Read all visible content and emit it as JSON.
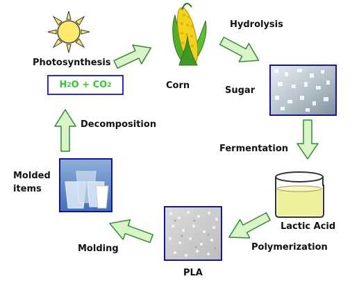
{
  "labels": {
    "photosynthesis": "Photosynthesis",
    "corn": "Corn",
    "hydrolysis": "Hydrolysis",
    "sugar": "Sugar",
    "fermentation": "Fermentation",
    "lactic_acid": "Lactic Acid",
    "polymerization": "Polymerization",
    "pla": "PLA",
    "molding": "Molding",
    "molded_items_line1": "Molded",
    "molded_items_line2": "items",
    "decomposition": "Decomposition"
  },
  "formula": {
    "h": "H",
    "h_sub": "2",
    "o_plus_c": "O + CO",
    "c_sub": "2"
  },
  "colors": {
    "arrow_fill": "#d9f5c8",
    "arrow_stroke": "#2f8a2f",
    "formula_text": "#32c832",
    "formula_border": "#2a2ad8",
    "image_border": "#1414a0",
    "sun": "#ffe96b",
    "corn_kernel": "#f2d21f",
    "corn_husk": "#4fae2a",
    "liquid": "#eef09a"
  },
  "icons": [
    "sun-icon",
    "corn-icon",
    "beaker-icon"
  ]
}
